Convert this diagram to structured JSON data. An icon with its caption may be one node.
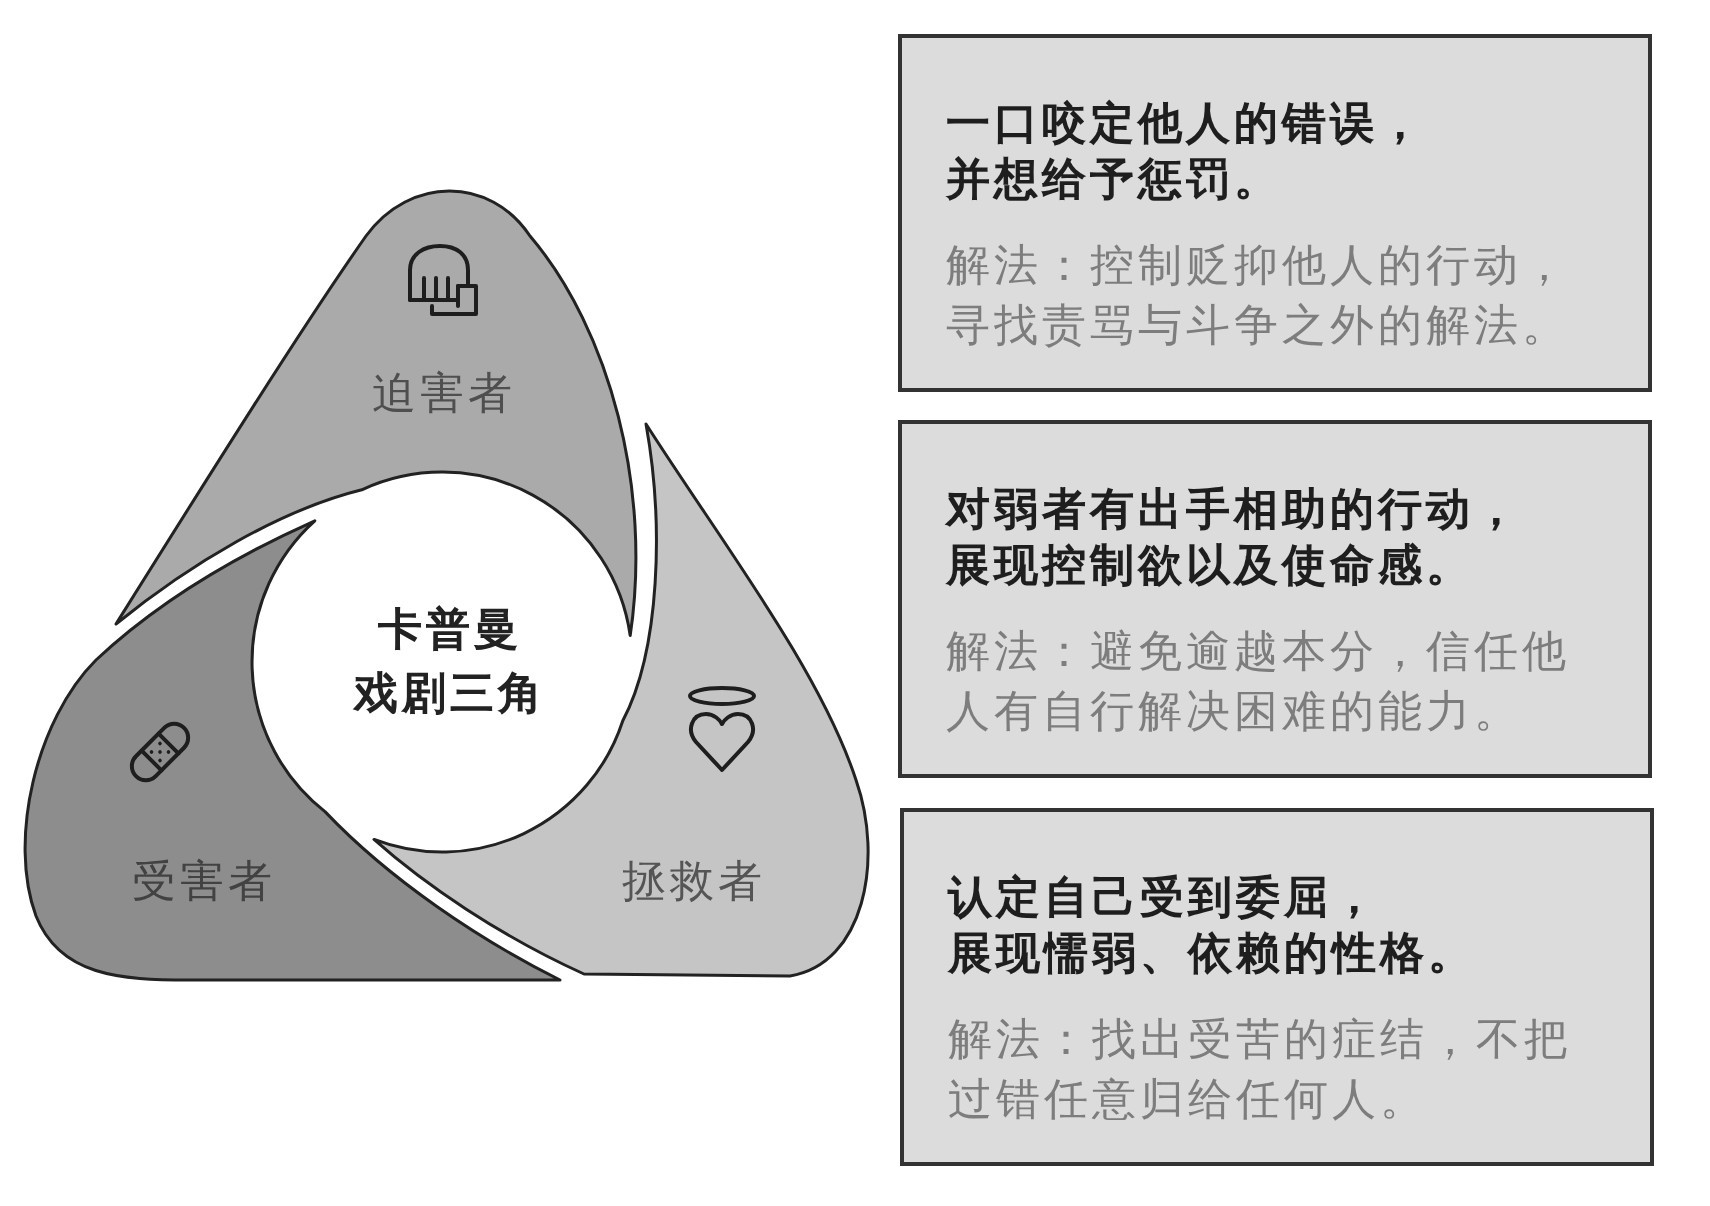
{
  "diagram": {
    "nodes": [
      {
        "text": [
          "迫害者"
        ]
      },
      {
        "text": [
          "卡普曼戏剧三角"
        ]
      },
      {
        "text": [
          "受害者"
        ]
      },
      {
        "text": [
          "拯救者"
        ]
      },
      {
        "text": [
          "一口咬定他人的错误，并想给予惩罚。",
          "解法：控制贬抑他人的行动，寻找责骂与斗争之外的解法。"
        ]
      },
      {
        "text": [
          "对弱者有出手相助的行动，展现控制欲以及使命感。",
          "解法：避免逾越本分，信任他人有自行解决困难的能力。"
        ]
      },
      {
        "text": [
          "认定自己受到委屈，展现懦弱、依赖的性格。",
          "解法：找出受苦的症结，不把过错任意归给任何人。"
        ]
      }
    ]
  }
}
